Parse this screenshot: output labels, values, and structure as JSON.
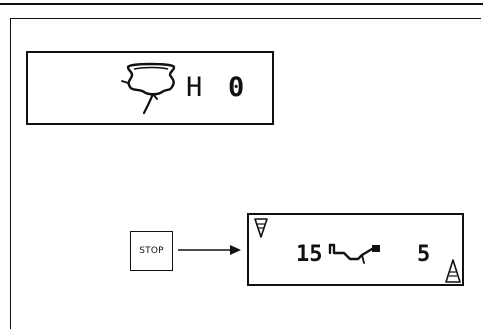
{
  "display_top": {
    "code_letter": "H",
    "code_value": "0",
    "icon": "tyre-bead-icon"
  },
  "stop_key": {
    "label": "STOP",
    "icon": "arrow-right-icon"
  },
  "display_bottom": {
    "left_value": "15",
    "right_value": "5",
    "icons": [
      "weight-clip-icon",
      "triangle-marker-top-left-icon",
      "triangle-marker-bottom-right-icon"
    ]
  },
  "colors": {
    "ink": "#111111",
    "paper": "#ffffff"
  }
}
